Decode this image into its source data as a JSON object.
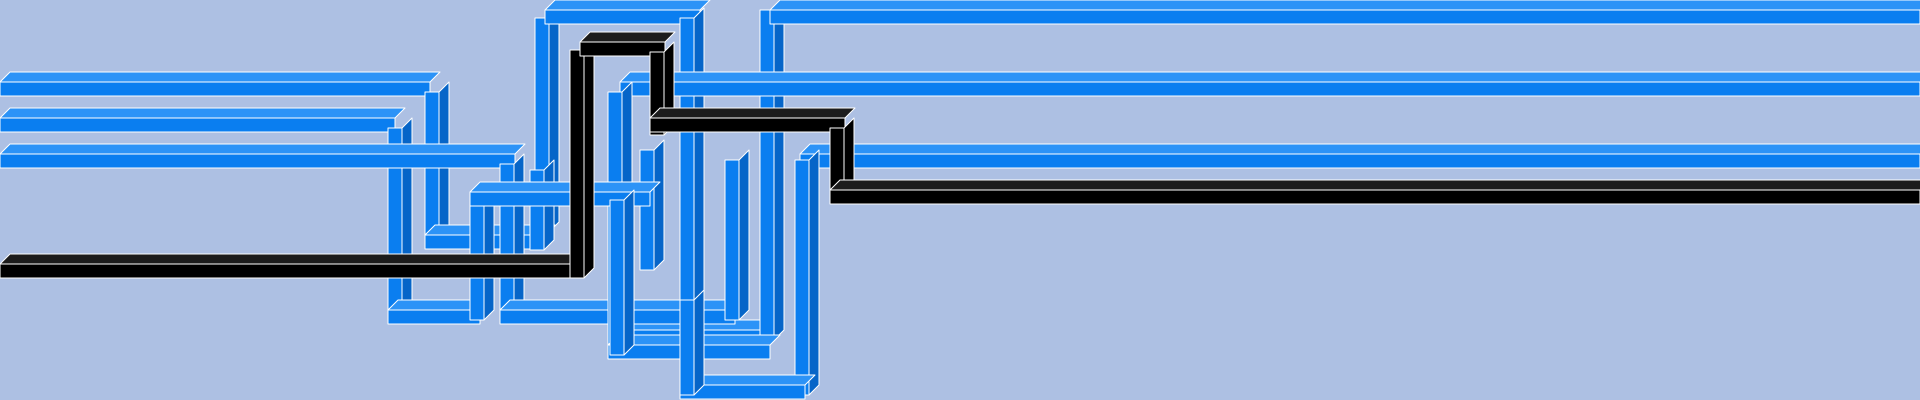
{
  "scene": {
    "name": "knotted-pipes-illustration",
    "background": "#adc0e3",
    "colors": {
      "blue_front": "#0a7ef0",
      "blue_top": "#2c93f7",
      "blue_side": "#0665c8",
      "black_front": "#000000",
      "black_top": "#1c1c1c",
      "black_side": "#000000",
      "edge": "#ffffff"
    },
    "pipes": [
      {
        "name": "pipe-blue-top-right",
        "color": "blue"
      },
      {
        "name": "pipe-blue-upper-left",
        "color": "blue"
      },
      {
        "name": "pipe-blue-middle-left",
        "color": "blue"
      },
      {
        "name": "pipe-blue-lower-left",
        "color": "blue"
      },
      {
        "name": "pipe-blue-right-middle",
        "color": "blue"
      },
      {
        "name": "pipe-blue-right-lower",
        "color": "blue"
      },
      {
        "name": "pipe-black-left",
        "color": "black"
      },
      {
        "name": "pipe-black-right",
        "color": "black"
      }
    ]
  }
}
